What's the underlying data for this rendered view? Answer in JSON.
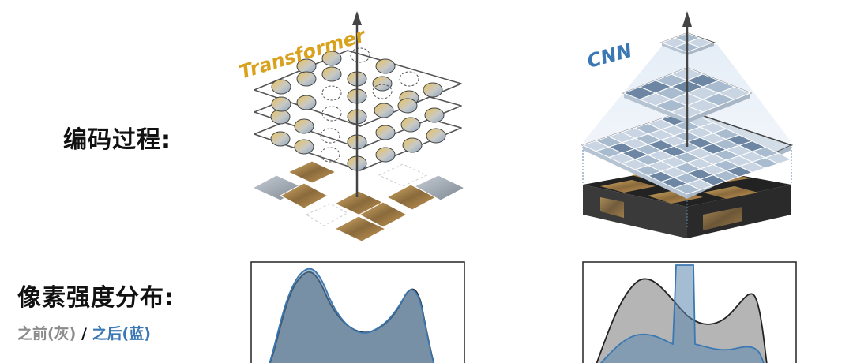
{
  "labels": {
    "encoding": "编码过程:",
    "distribution": "像素强度分布:",
    "legend_gray": "之前(灰)",
    "legend_separator": " / ",
    "legend_blue": "之后(蓝)"
  },
  "diagram": {
    "transformer_title": "Transformer",
    "cnn_title": "CNN"
  },
  "colors": {
    "transformer_title": "#d9a21e",
    "cnn_title": "#3b78b3",
    "before_gray": "#9c9c9c",
    "after_blue": "#5b86ad"
  }
}
